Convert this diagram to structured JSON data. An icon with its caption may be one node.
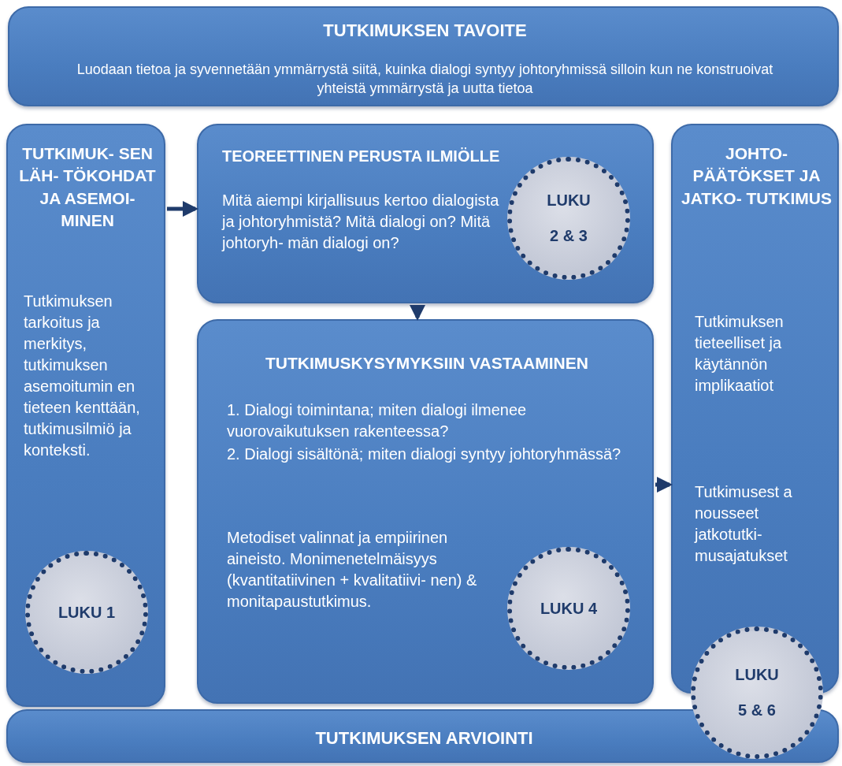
{
  "diagram": {
    "nodes": [
      {
        "text": [
          "TUTKIMUKSEN TAVOITE",
          "Luodaan tietoa ja syvennetään ymmärrystä siitä, kuinka dialogi syntyy johtoryhmissä silloin kun ne konstruoivat yhteistä ymmärrystä ja uutta tietoa"
        ]
      },
      {
        "text": [
          "TUTKIMUK- SEN LÄH- TÖKOHDAT JA ASEMOI- MINEN",
          "Tutkimuksen tarkoitus ja merkitys, tutkimuksen asemoitumin en tieteen kenttään, tutkimusilmiö ja konteksti."
        ]
      },
      {
        "text": [
          "LUKU 1"
        ],
        "in": 1
      },
      {
        "text": [
          "TEOREETTINEN PERUSTA ILMIÖLLE",
          "Mitä aiempi kirjallisuus kertoo dialogista ja johtoryhmistä? Mitä dialogi on? Mitä johtoryh- män dialogi on?"
        ]
      },
      {
        "text": [
          "LUKU",
          "2 & 3"
        ],
        "in": 3
      },
      {
        "text": [
          "TUTKIMUSKYSYMYKSIIN VASTAAMINEN",
          "1. Dialogi toimintana; miten dialogi ilmenee vuorovaikutuksen rakenteessa?",
          "2. Dialogi sisältönä; miten dialogi syntyy johtoryhmässä?",
          "Metodiset valinnat ja empiirinen aineisto. Monimenetelmäisyys (kvantitatiivinen + kvalitatiivi- nen) & monitapaustutkimus."
        ]
      },
      {
        "text": [
          "LUKU 4"
        ],
        "in": 5
      },
      {
        "text": [
          "JOHTO- PÄÄTÖKSET JA JATKO- TUTKIMUS",
          "Tutkimuksen tieteelliset ja käytännön implikaatiot",
          "Tutkimusest a nousseet jatkotutki- musajatukset"
        ]
      },
      {
        "text": [
          "LUKU",
          "5 & 6"
        ]
      },
      {
        "text": [
          "TUTKIMUKSEN ARVIOINTI"
        ]
      }
    ],
    "edges": [
      {
        "from": 1,
        "to": 3,
        "arrow": "to"
      },
      {
        "from": 3,
        "to": 5,
        "arrow": "to"
      },
      {
        "from": 5,
        "to": 7,
        "arrow": "to"
      }
    ]
  }
}
